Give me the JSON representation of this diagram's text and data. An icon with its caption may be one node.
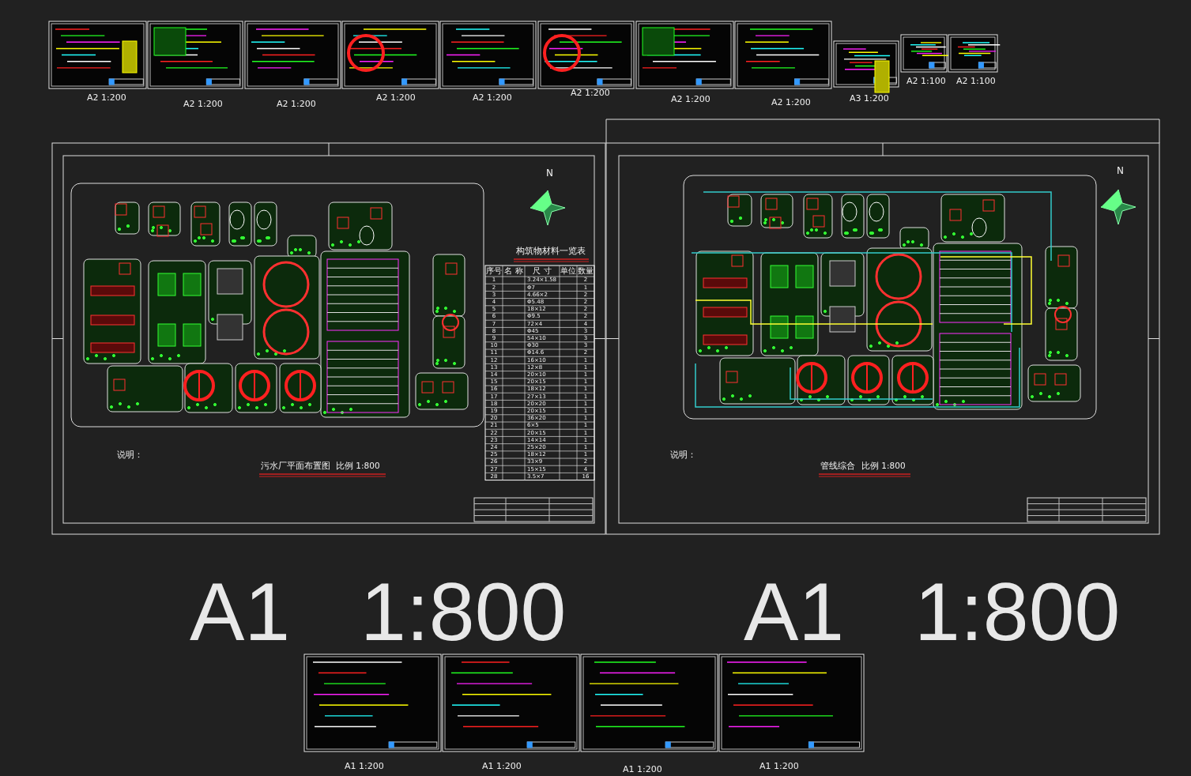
{
  "diagram": {
    "labels": [
      "A2 1:200",
      "A2 1:200",
      "A2 1:200",
      "A2 1:200",
      "A2 1:200",
      "A2 1:200",
      "A2 1:200",
      "A2 1:200",
      "A3 1:200",
      "A2 1:100",
      "A2 1:100",
      "N",
      "构筑物材料一览表",
      "序号",
      "名 称",
      "尺 寸",
      "单位",
      "数量",
      "1",
      "3.24×1.58",
      "2",
      "2",
      "Φ7",
      "1",
      "3",
      "4.66×2",
      "2",
      "4",
      "Φ5.48",
      "2",
      "5",
      "18×12",
      "2",
      "6",
      "Φ9.5",
      "2",
      "7",
      "72×4",
      "4",
      "8",
      "Φ45",
      "3",
      "9",
      "54×10",
      "3",
      "10",
      "Φ30",
      "3",
      "11",
      "Φ14.6",
      "2",
      "12",
      "16×10",
      "1",
      "13",
      "12×8",
      "1",
      "14",
      "20×10",
      "1",
      "15",
      "20×15",
      "1",
      "16",
      "18×12",
      "1",
      "17",
      "27×13",
      "1",
      "18",
      "20×20",
      "1",
      "19",
      "20×15",
      "1",
      "20",
      "36×20",
      "1",
      "21",
      "6×5",
      "1",
      "22",
      "20×15",
      "1",
      "23",
      "14×14",
      "1",
      "24",
      "25×20",
      "1",
      "25",
      "18×12",
      "1",
      "26",
      "33×9",
      "2",
      "27",
      "15×15",
      "4",
      "28",
      "3.5×7",
      "16",
      "说明：",
      "污水厂平面布置图",
      "比例 1:800",
      "N",
      "说明：",
      "管线综合",
      "比例 1:800",
      "A1 1:800",
      "A1 1:800",
      "A1 1:200",
      "A1 1:200",
      "A1 1:200",
      "A1 1:200"
    ]
  }
}
